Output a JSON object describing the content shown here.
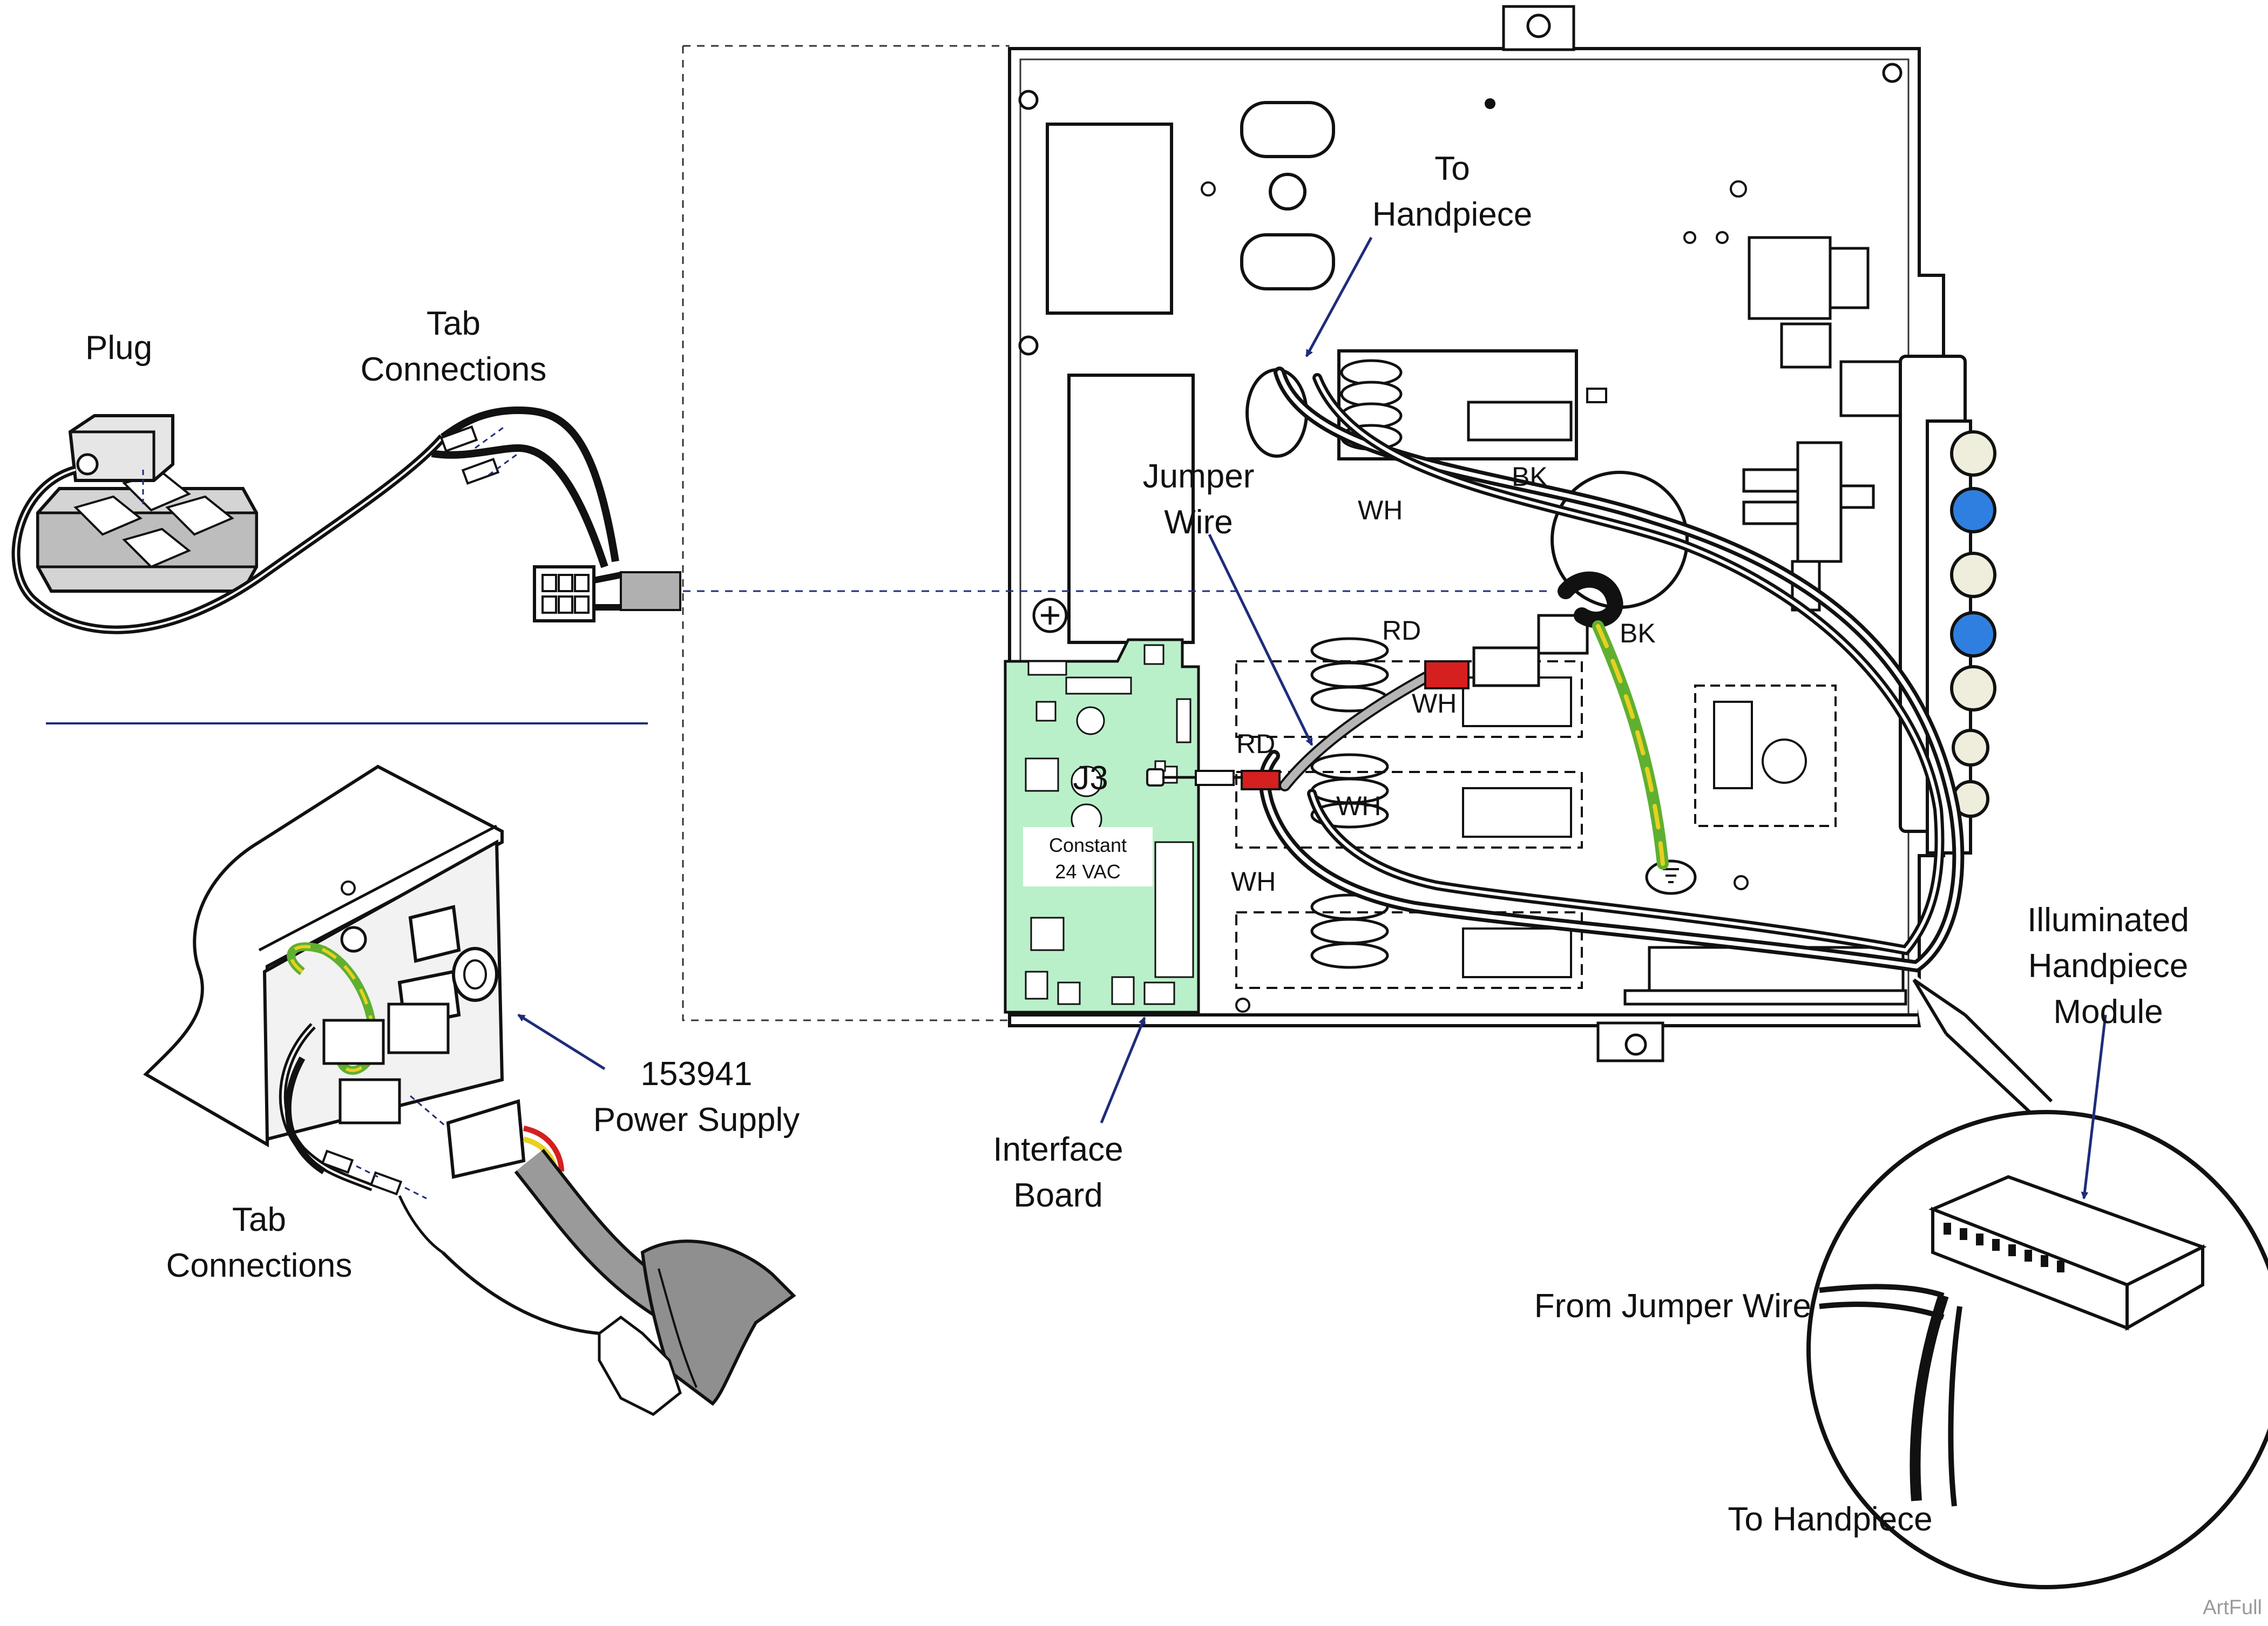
{
  "labels": {
    "plug": "Plug",
    "tab_connections_top": [
      "Tab",
      "Connections"
    ],
    "to_handpiece_top": [
      "To",
      "Handpiece"
    ],
    "jumper_wire": [
      "Jumper",
      "Wire"
    ],
    "interface_board": [
      "Interface",
      "Board"
    ],
    "power_supply": [
      "153941",
      "Power Supply"
    ],
    "tab_connections_bottom": [
      "Tab",
      "Connections"
    ],
    "illuminated_module": [
      "Illuminated",
      "Handpiece",
      "Module"
    ],
    "from_jumper_wire": "From Jumper Wire",
    "to_handpiece_bottom": "To Handpiece",
    "connector_j3": "J3",
    "board_note": [
      "Constant",
      "24 VAC"
    ],
    "artfull": "ArtFull"
  },
  "wire_labels": {
    "bk_top": "BK",
    "wh_top": "WH",
    "rd_upper": "RD",
    "bk_mid": "BK",
    "wh_mid": "WH",
    "rd_left": "RD",
    "wh_lower": "WH",
    "wh_left": "WH"
  },
  "colors": {
    "board_green": "#b9f0c9",
    "button_blue": "#2f7fe0",
    "button_cream": "#efeedd",
    "wire_red": "#d61f1f",
    "ground_green": "#5fb030",
    "ground_yellow": "#e8d020",
    "leader_blue": "#1e2d7a"
  }
}
